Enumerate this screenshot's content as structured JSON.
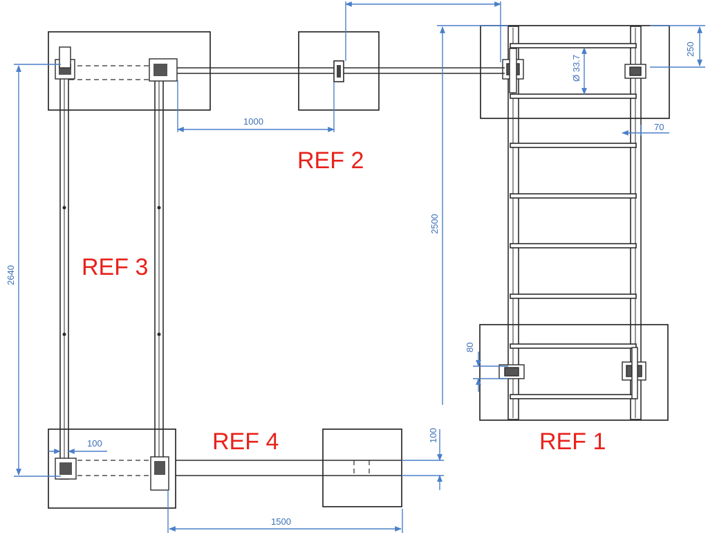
{
  "references": {
    "ref1": "REF 1",
    "ref2": "REF 2",
    "ref3": "REF 3",
    "ref4": "REF 4"
  },
  "dimensions": {
    "d1000": "1000",
    "d70": "70",
    "d250": "250",
    "d_rung_dia": "Ø 33.7",
    "d2500": "2500",
    "d80": "80",
    "d2640": "2640",
    "d100_left": "100",
    "d100_right": "100",
    "d1500": "1500"
  },
  "colors": {
    "dimension_line": "#4a7fc9",
    "reference_label": "#e8211b",
    "ink": "#2b2b2b"
  }
}
